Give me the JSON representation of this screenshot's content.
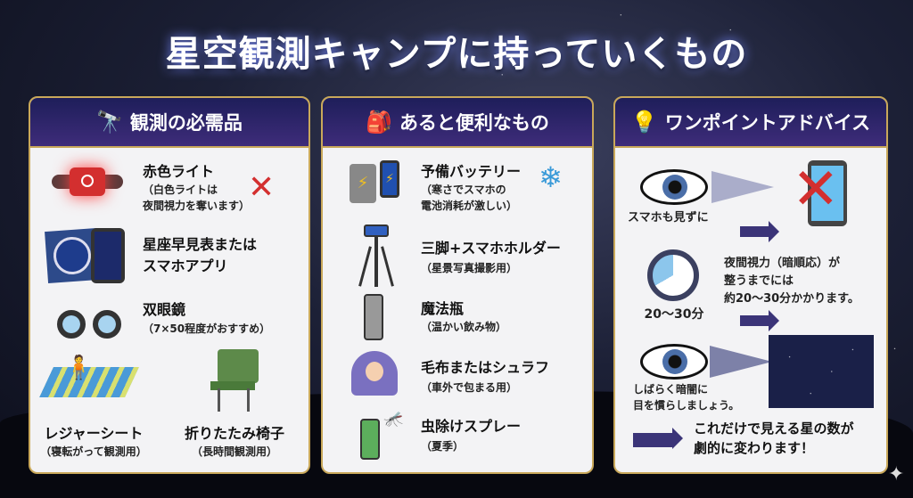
{
  "title": "星空観測キャンプに持っていくもの",
  "panels": [
    {
      "heading": "観測の必需品",
      "icon": "telescope-icon",
      "items": [
        {
          "name": "赤色ライト",
          "note1": "（白色ライトは",
          "note2": "夜間視力を奪います）"
        },
        {
          "name1": "星座早見表または",
          "name2": "スマホアプリ"
        },
        {
          "name": "双眼鏡",
          "note": "（7×50程度がおすすめ）"
        },
        {
          "name": "レジャーシート",
          "note": "（寝転がって観測用）"
        },
        {
          "name": "折りたたみ椅子",
          "note": "（長時間観測用）"
        }
      ]
    },
    {
      "heading": "あると便利なもの",
      "icon": "backpack-icon",
      "items": [
        {
          "name": "予備バッテリー",
          "note1": "（寒さでスマホの",
          "note2": "電池消耗が激しい）"
        },
        {
          "name": "三脚+スマホホルダー",
          "note": "（星景写真撮影用）"
        },
        {
          "name": "魔法瓶",
          "note": "（温かい飲み物）"
        },
        {
          "name": "毛布またはシュラフ",
          "note": "（車外で包まる用）"
        },
        {
          "name": "虫除けスプレー",
          "note": "（夏季）"
        }
      ]
    },
    {
      "heading": "ワンポイントアドバイス",
      "icon": "lightbulb-icon",
      "step1": "スマホも見ずに",
      "timer": "20〜30分",
      "explain": [
        "夜間視力（暗順応）が",
        "整うまでには",
        "約20〜30分かかります。"
      ],
      "step3": [
        "しばらく暗闇に",
        "目を慣らしましょう。"
      ],
      "result": [
        "これだけで見える星の数が",
        "劇的に変わります！"
      ]
    }
  ],
  "colors": {
    "gold": "#c9a85a",
    "header": "#2a2468",
    "arrow": "#3b3478",
    "red": "#d32f2f"
  }
}
